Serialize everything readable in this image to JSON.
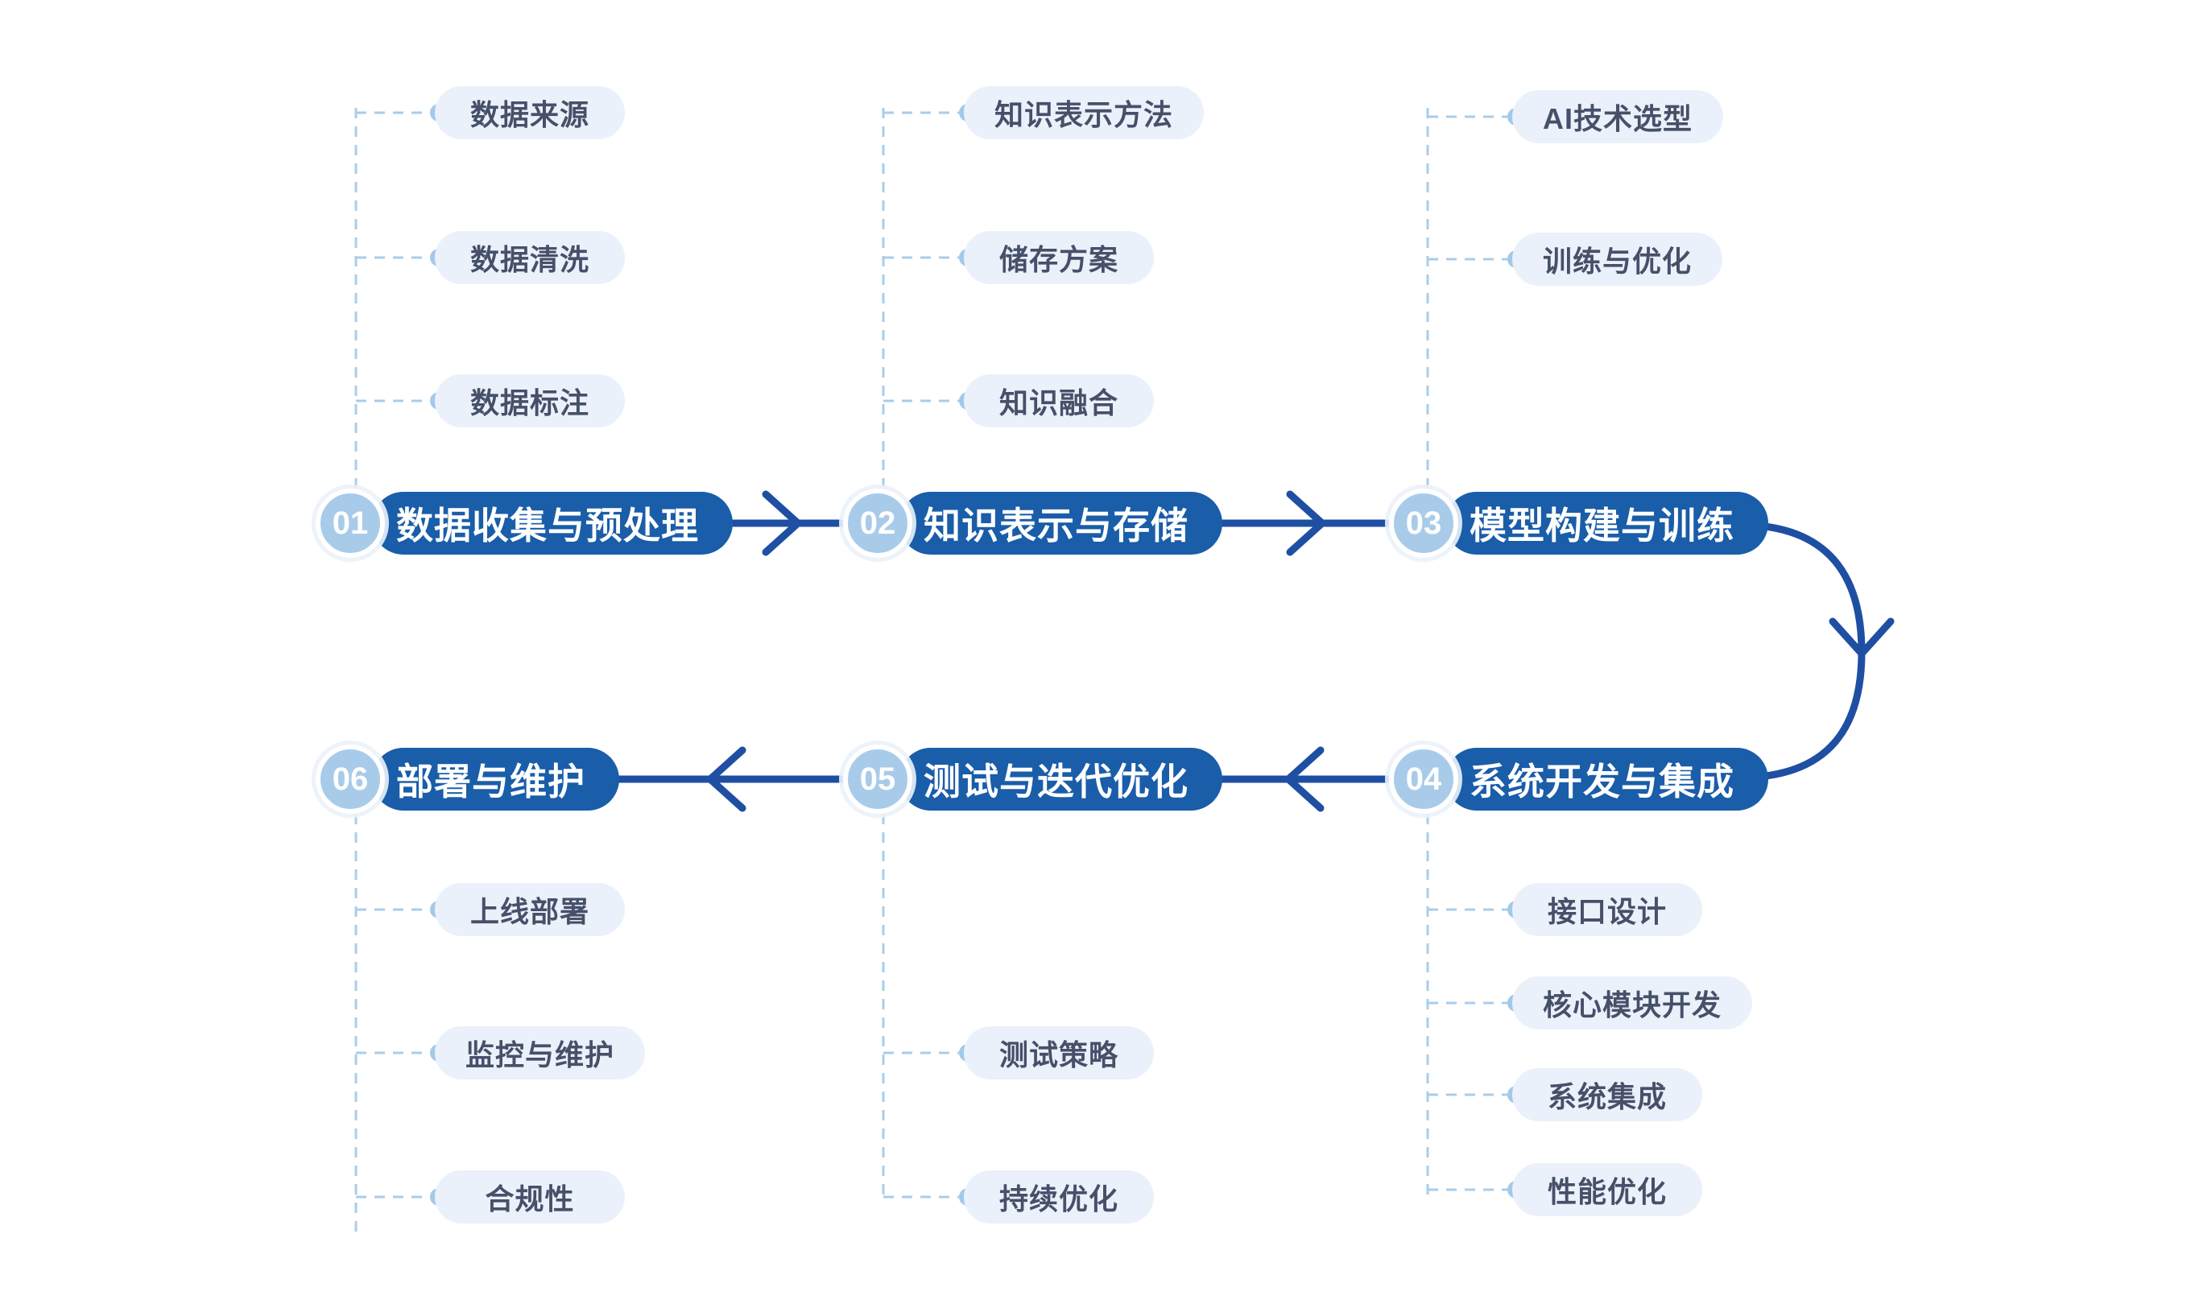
{
  "colors": {
    "node_pill_blue": "#1A5DA9",
    "arrow_blue": "#1E4FA3",
    "number_badge_blue": "#A9CBEA",
    "sub_pill_bg": "#EBF1FA",
    "sub_pill_text": "#475069",
    "dashed_connector": "#A9CDEB",
    "dot": "#A3C9E9",
    "background": "#FFFFFF"
  },
  "steps": [
    {
      "number": "01",
      "label": "数据收集与预处理",
      "sub_items": [
        "数据来源",
        "数据清洗",
        "数据标注"
      ]
    },
    {
      "number": "02",
      "label": "知识表示与存储",
      "sub_items": [
        "知识表示方法",
        "储存方案",
        "知识融合"
      ]
    },
    {
      "number": "03",
      "label": "模型构建与训练",
      "sub_items": [
        "AI技术选型",
        "训练与优化"
      ]
    },
    {
      "number": "04",
      "label": "系统开发与集成",
      "sub_items": [
        "接口设计",
        "核心模块开发",
        "系统集成",
        "性能优化"
      ]
    },
    {
      "number": "05",
      "label": "测试与迭代优化",
      "sub_items": [
        "测试策略",
        "持续优化"
      ]
    },
    {
      "number": "06",
      "label": "部署与维护",
      "sub_items": [
        "上线部署",
        "监控与维护",
        "合规性"
      ]
    }
  ]
}
